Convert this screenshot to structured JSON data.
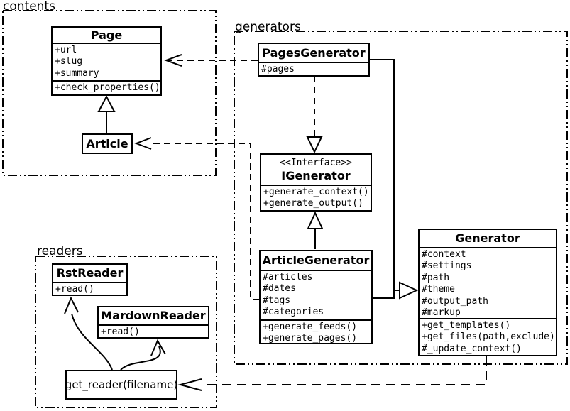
{
  "diagram": {
    "type": "uml-class-diagram",
    "colors": {
      "line": "#000000",
      "background": "#ffffff"
    }
  },
  "packages": {
    "contents": {
      "label": "contents"
    },
    "generators": {
      "label": "generators"
    },
    "readers": {
      "label": "readers"
    }
  },
  "classes": {
    "page": {
      "title": "Page",
      "attributes": [
        "+url",
        "+slug",
        "+summary"
      ],
      "methods": [
        "+check_properties()"
      ]
    },
    "article": {
      "title": "Article"
    },
    "pages_generator": {
      "title": "PagesGenerator",
      "attributes": [
        "#pages"
      ]
    },
    "igenerator": {
      "stereotype": "<<Interface>>",
      "title": "IGenerator",
      "methods": [
        "+generate_context()",
        "+generate_output()"
      ]
    },
    "article_generator": {
      "title": "ArticleGenerator",
      "attributes": [
        "#articles",
        "#dates",
        "#tags",
        "#categories"
      ],
      "methods": [
        "+generate_feeds()",
        "+generate_pages()"
      ]
    },
    "generator": {
      "title": "Generator",
      "attributes": [
        "#context",
        "#settings",
        "#path",
        "#theme",
        "#output_path",
        "#markup"
      ],
      "methods": [
        "+get_templates()",
        "+get_files(path,exclude)",
        "#_update_context()"
      ]
    },
    "rst_reader": {
      "title": "RstReader",
      "methods": [
        "+read()"
      ]
    },
    "mardown_reader": {
      "title": "MardownReader",
      "methods": [
        "+read()"
      ]
    },
    "get_reader": {
      "title": "get_reader(filename)"
    }
  },
  "relationships": [
    {
      "from": "Article",
      "to": "Page",
      "type": "generalization"
    },
    {
      "from": "PagesGenerator",
      "to": "Page",
      "type": "dependency"
    },
    {
      "from": "ArticleGenerator",
      "to": "Article",
      "type": "dependency"
    },
    {
      "from": "PagesGenerator",
      "to": "IGenerator",
      "type": "realization"
    },
    {
      "from": "ArticleGenerator",
      "to": "IGenerator",
      "type": "generalization"
    },
    {
      "from": "PagesGenerator",
      "to": "Generator",
      "type": "generalization"
    },
    {
      "from": "ArticleGenerator",
      "to": "Generator",
      "type": "generalization"
    },
    {
      "from": "Generator",
      "to": "get_reader(filename)",
      "type": "dependency"
    },
    {
      "from": "get_reader(filename)",
      "to": "RstReader",
      "type": "arrow"
    },
    {
      "from": "get_reader(filename)",
      "to": "MardownReader",
      "type": "arrow"
    }
  ]
}
